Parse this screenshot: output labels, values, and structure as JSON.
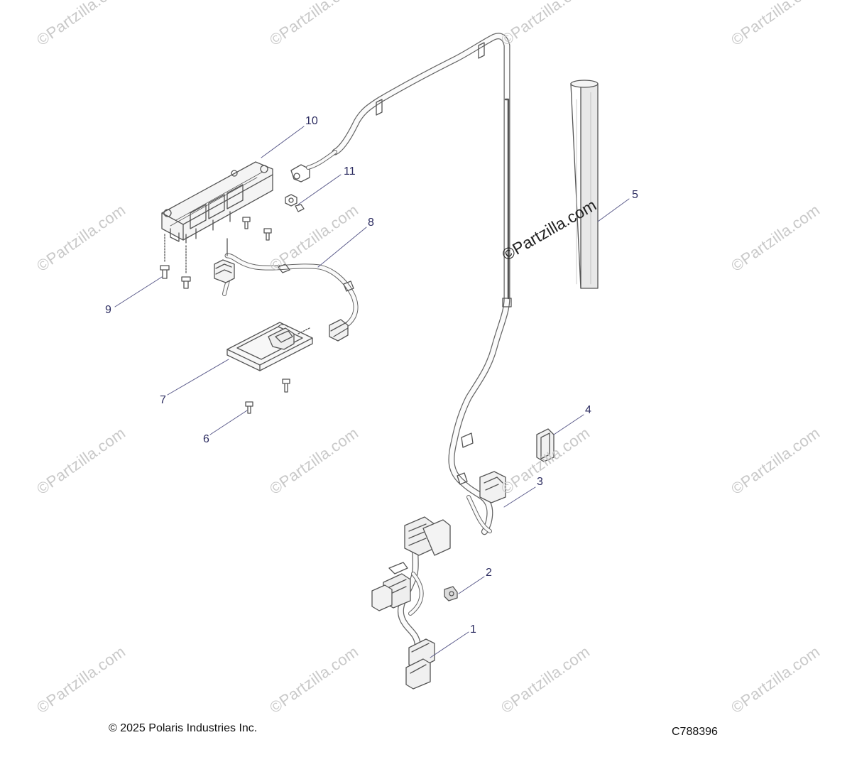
{
  "watermark_text": "©Partzilla.com",
  "center_watermark": "©Partzilla.com",
  "callouts": [
    "1",
    "2",
    "3",
    "4",
    "5",
    "6",
    "7",
    "8",
    "9",
    "10",
    "11"
  ],
  "footer": {
    "copyright": "© 2025 Polaris Industries Inc.",
    "diagram_code": "C788396"
  },
  "colors": {
    "line": "#555555",
    "leader": "#5a5a8a",
    "callout_text": "#2c2c60",
    "watermark": "#c9c9c9"
  }
}
